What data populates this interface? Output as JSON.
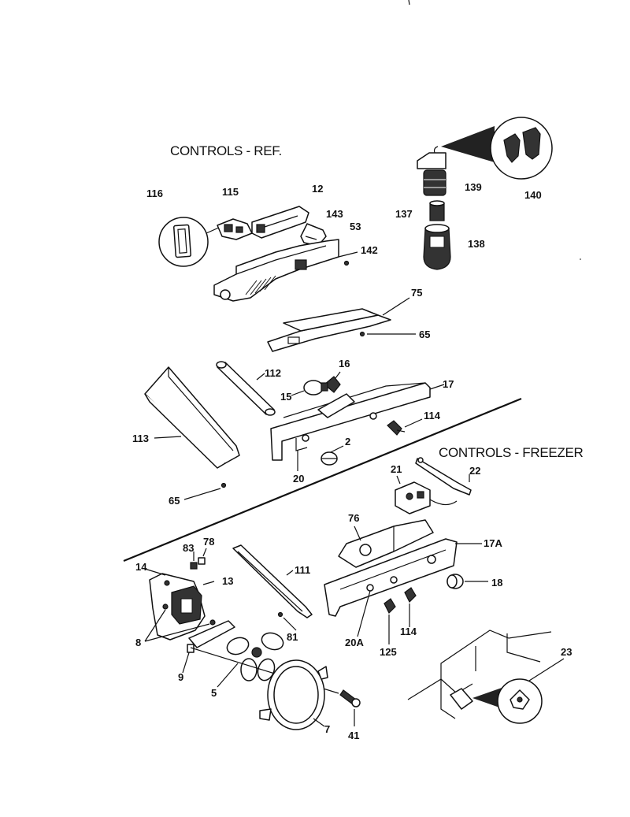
{
  "titles": {
    "ref": "CONTROLS - REF.",
    "freezer": "CONTROLS - FREEZER"
  },
  "labels": {
    "p116": "116",
    "p115": "115",
    "p12": "12",
    "p143": "143",
    "p53": "53",
    "p142": "142",
    "p139": "139",
    "p140": "140",
    "p137": "137",
    "p138": "138",
    "p75": "75",
    "p65a": "65",
    "p16": "16",
    "p112": "112",
    "p17": "17",
    "p15": "15",
    "p114a": "114",
    "p113": "113",
    "p2": "2",
    "p20": "20",
    "p65b": "65",
    "p22": "22",
    "p21": "21",
    "p76": "76",
    "p17A": "17A",
    "p83": "83",
    "p78": "78",
    "p111": "111",
    "p14": "14",
    "p13": "13",
    "p18": "18",
    "p8": "8",
    "p81": "81",
    "p20A": "20A",
    "p114b": "114",
    "p125": "125",
    "p9": "9",
    "p5": "5",
    "p23": "23",
    "p7": "7",
    "p41": "41"
  }
}
